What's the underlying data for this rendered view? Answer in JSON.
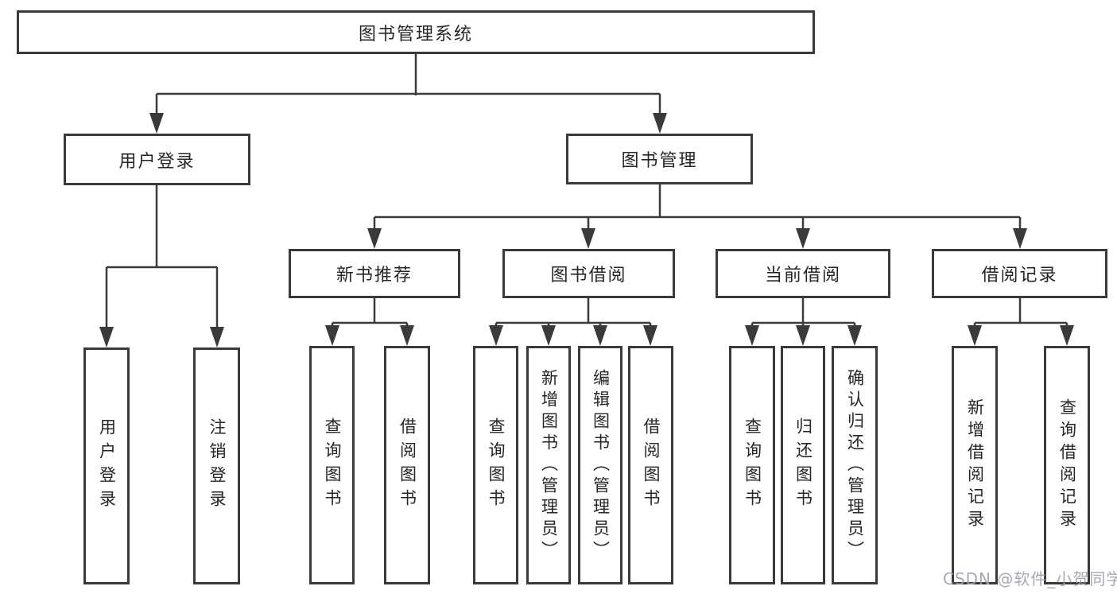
{
  "diagram": {
    "type": "hierarchy-tree",
    "colors": {
      "line": "#3a3a3a",
      "text": "#262626",
      "background": "#ffffff",
      "watermark": "#9ea2aa"
    }
  },
  "tree": {
    "label": "图书管理系统",
    "children": [
      {
        "label": "用户登录",
        "children": [
          {
            "label": "用户登录"
          },
          {
            "label": "注销登录"
          }
        ]
      },
      {
        "label": "图书管理",
        "children": [
          {
            "label": "新书推荐",
            "children": [
              {
                "label": "查询图书"
              },
              {
                "label": "借阅图书"
              }
            ]
          },
          {
            "label": "图书借阅",
            "children": [
              {
                "label": "查询图书"
              },
              {
                "label": "新增图书（管理员）"
              },
              {
                "label": "编辑图书（管理员）"
              },
              {
                "label": "借阅图书"
              }
            ]
          },
          {
            "label": "当前借阅",
            "children": [
              {
                "label": "查询图书"
              },
              {
                "label": "归还图书"
              },
              {
                "label": "确认归还（管理员）"
              }
            ]
          },
          {
            "label": "借阅记录",
            "children": [
              {
                "label": "新增借阅记录"
              },
              {
                "label": "查询借阅记录"
              }
            ]
          }
        ]
      }
    ]
  },
  "watermark": "CSDN @软件_小贺同学"
}
